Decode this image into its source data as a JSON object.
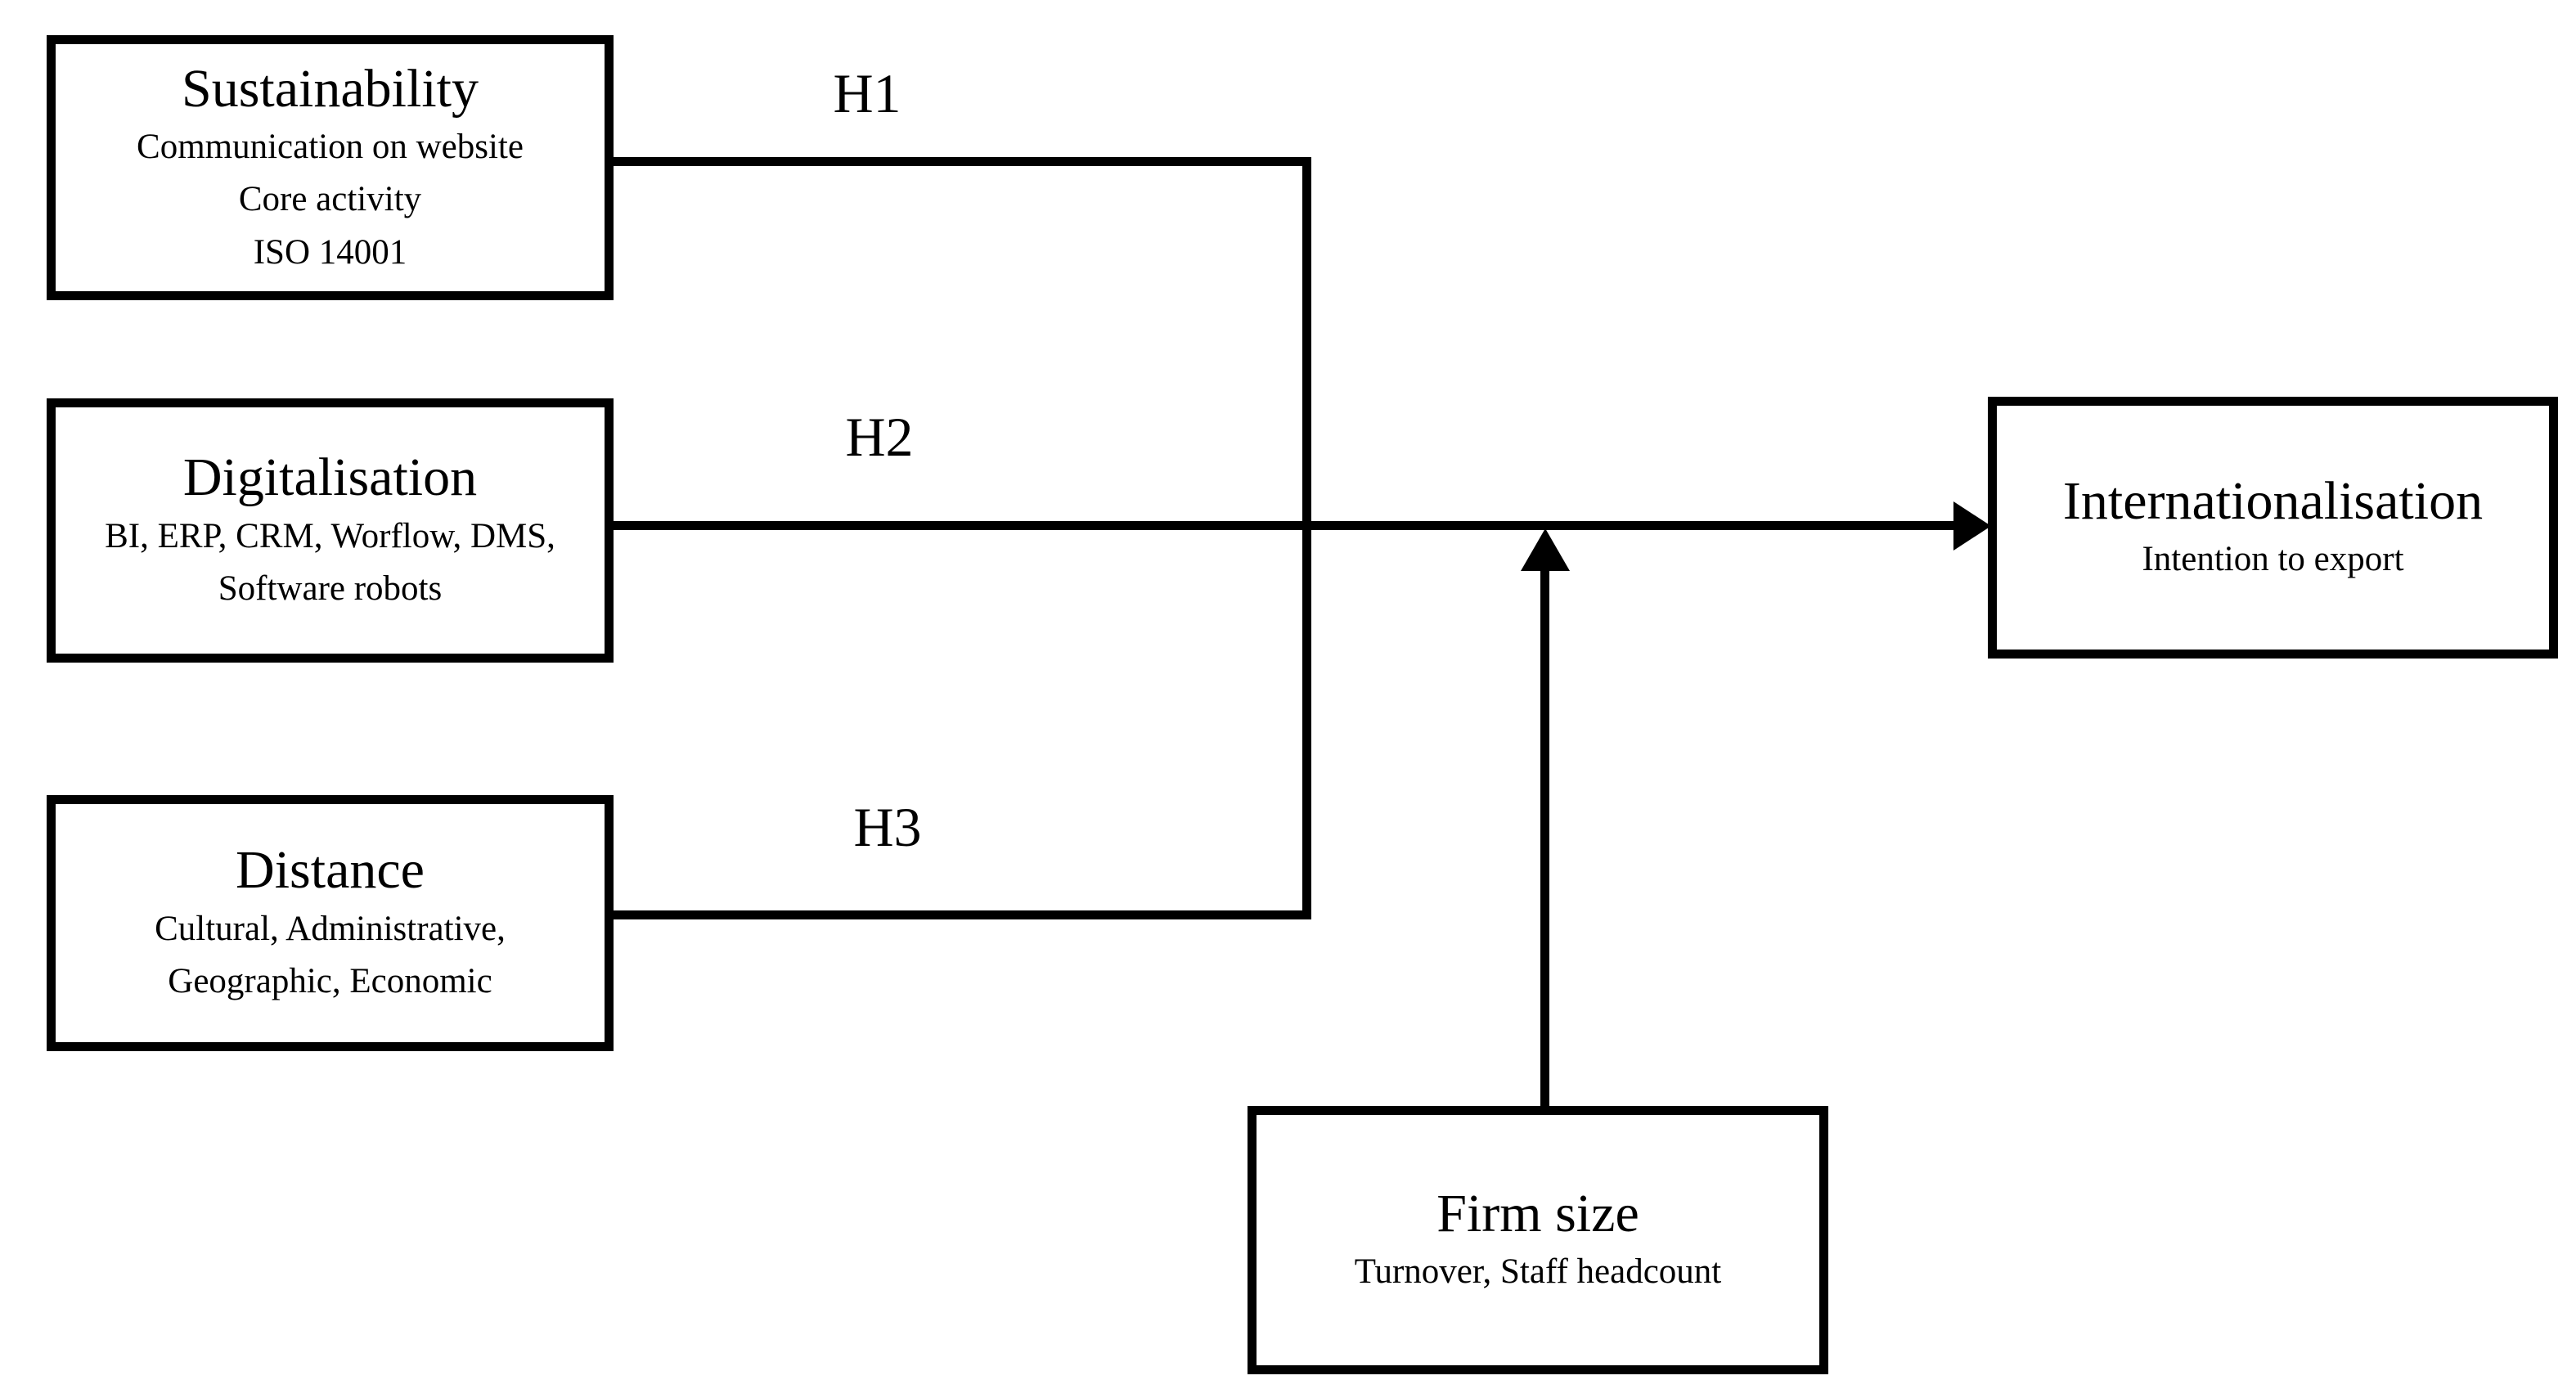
{
  "diagram": {
    "background_color": "#ffffff",
    "line_color": "#000000",
    "boxes": {
      "sustainability": {
        "title": "Sustainability",
        "sub": [
          "Communication on website",
          "Core activity",
          "ISO 14001"
        ]
      },
      "digitalisation": {
        "title": "Digitalisation",
        "sub": [
          "BI, ERP, CRM, Worflow, DMS,",
          "Software robots"
        ]
      },
      "distance": {
        "title": "Distance",
        "sub": [
          "Cultural, Administrative,",
          "Geographic, Economic"
        ]
      },
      "internationalisation": {
        "title": "Internationalisation",
        "sub": [
          "Intention to export"
        ]
      },
      "firm_size": {
        "title": "Firm size",
        "sub": [
          "Turnover, Staff headcount"
        ]
      }
    },
    "labels": {
      "h1": "H1",
      "h2": "H2",
      "h3": "H3"
    }
  }
}
